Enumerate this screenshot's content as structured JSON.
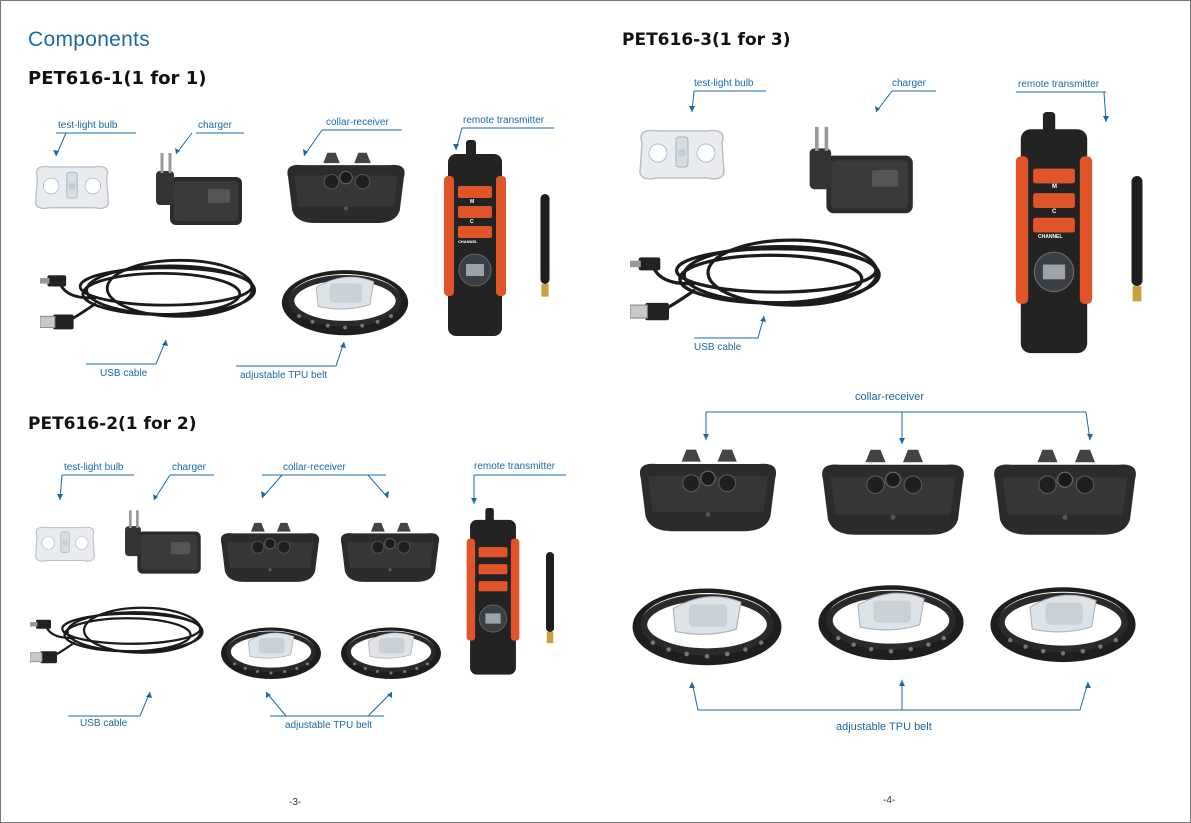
{
  "page": {
    "section_title": "Components",
    "page_numbers": {
      "left": "-3-",
      "right": "-4-"
    }
  },
  "kits": {
    "pet616_1": {
      "title": "PET616-1(1 for 1)",
      "labels": {
        "test_light_bulb": "test-light bulb",
        "charger": "charger",
        "collar_receiver": "collar-receiver",
        "remote_transmitter": "remote transmitter",
        "usb_cable": "USB cable",
        "adjustable_tpu_belt": "adjustable TPU belt"
      }
    },
    "pet616_2": {
      "title": "PET616-2(1 for 2)",
      "labels": {
        "test_light_bulb": "test-light bulb",
        "charger": "charger",
        "collar_receiver": "collar-receiver",
        "remote_transmitter": "remote transmitter",
        "usb_cable": "USB cable",
        "adjustable_tpu_belt": "adjustable TPU belt"
      }
    },
    "pet616_3": {
      "title": "PET616-3(1 for 3)",
      "labels": {
        "test_light_bulb": "test-light bulb",
        "charger": "charger",
        "remote_transmitter": "remote transmitter",
        "usb_cable": "USB cable",
        "collar_receiver": "collar-receiver",
        "adjustable_tpu_belt": "adjustable TPU belt"
      }
    }
  },
  "remote_buttons": {
    "top": "M",
    "middle": "C",
    "bottom": "CHANNEL"
  },
  "colors": {
    "accent_blue": "#1a6aa8",
    "remote_orange": "#e0542a",
    "device_black": "#2a2a2a"
  }
}
